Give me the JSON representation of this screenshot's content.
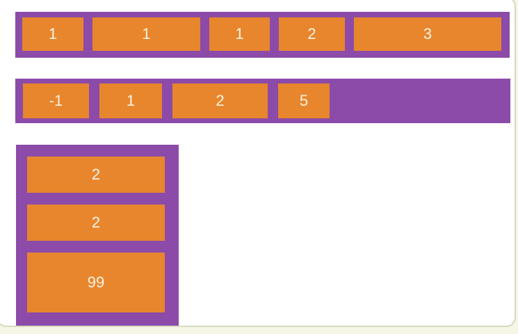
{
  "containers": {
    "row1": {
      "items": [
        "1",
        "1",
        "1",
        "2",
        "3"
      ]
    },
    "row2": {
      "items": [
        "-1",
        "1",
        "2",
        "5"
      ]
    },
    "column": {
      "items": [
        "2",
        "2",
        "99"
      ]
    }
  },
  "colors": {
    "container_purple": "#8c4ba8",
    "item_orange": "#e8862d",
    "item_text": "#fcf4e2",
    "page_background": "#ffffff",
    "page_border": "#d7dabd",
    "outer_background": "#f5f6e6"
  }
}
